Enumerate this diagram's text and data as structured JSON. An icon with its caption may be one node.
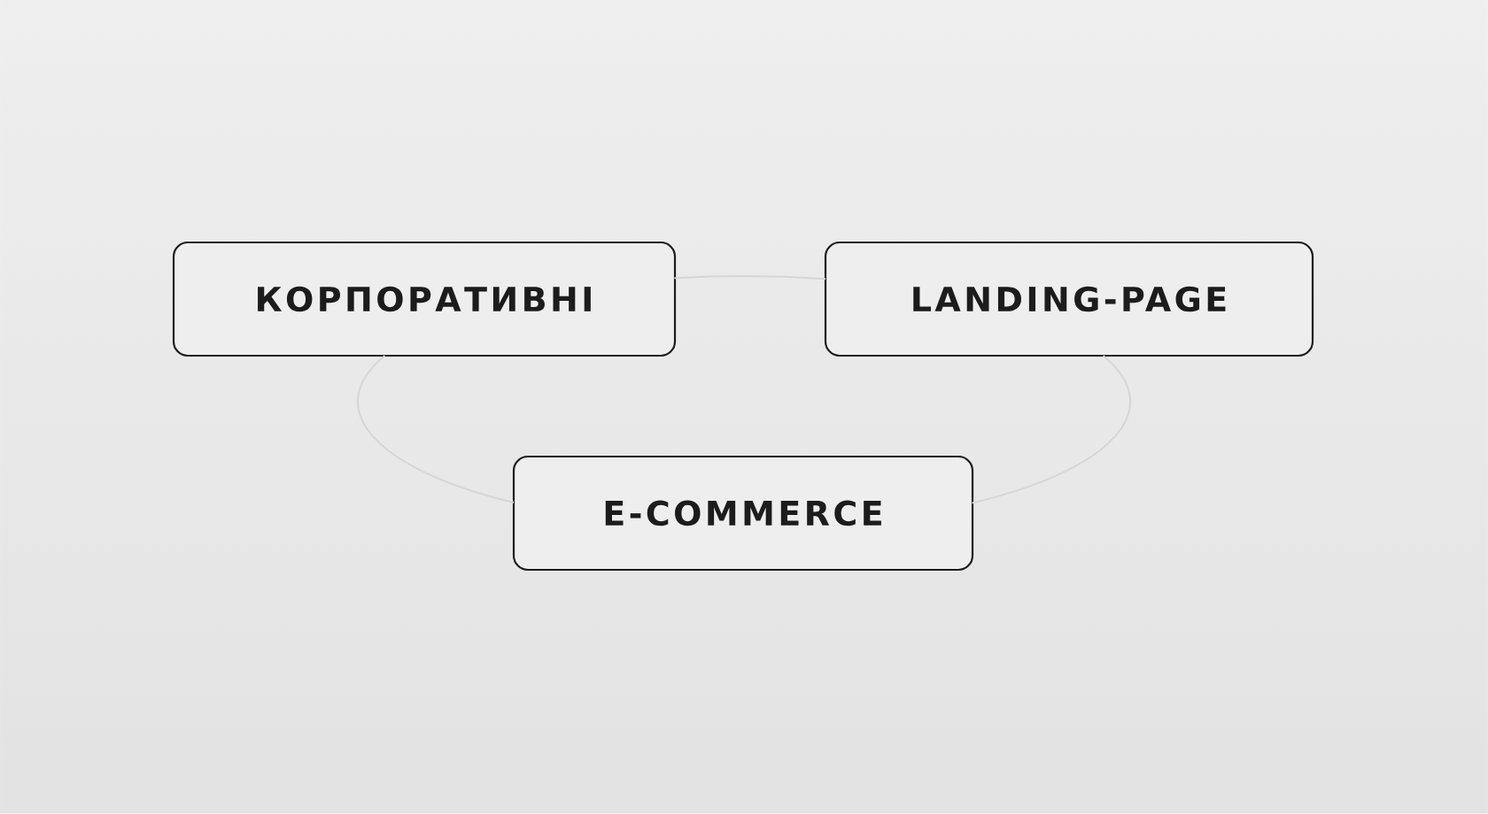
{
  "diagram": {
    "nodes": [
      {
        "text": [
          "КОРПОРАТИВНІ"
        ]
      },
      {
        "text": [
          "LANDING-PAGE"
        ]
      },
      {
        "text": [
          "E-COMMERCE"
        ]
      }
    ],
    "edges": [
      {
        "from": 0,
        "to": 1,
        "arrow": "none"
      },
      {
        "from": 1,
        "to": 2,
        "arrow": "none"
      },
      {
        "from": 2,
        "to": 0,
        "arrow": "none"
      }
    ]
  }
}
